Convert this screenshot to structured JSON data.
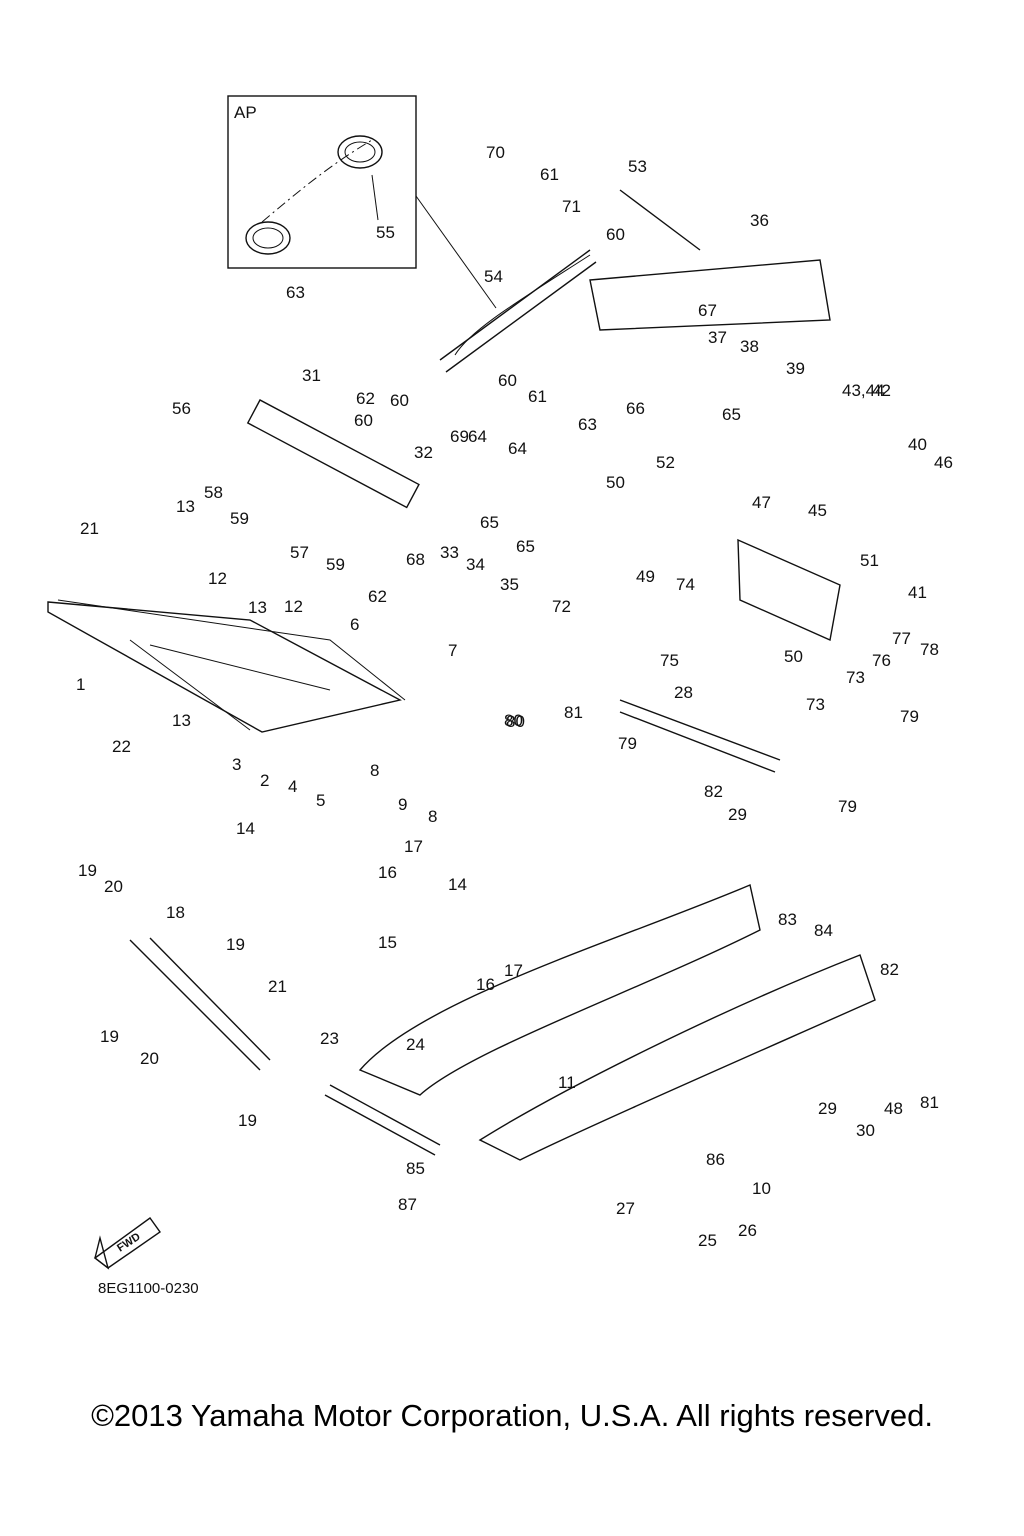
{
  "inset": {
    "label": "AP",
    "part": "55"
  },
  "part_numbers": [
    "1",
    "2",
    "3",
    "4",
    "5",
    "6",
    "7",
    "8",
    "9",
    "10",
    "11",
    "12",
    "13",
    "14",
    "15",
    "16",
    "17",
    "18",
    "19",
    "20",
    "21",
    "22",
    "23",
    "24",
    "25",
    "26",
    "27",
    "28",
    "29",
    "30",
    "31",
    "32",
    "33",
    "34",
    "35",
    "36",
    "37",
    "38",
    "39",
    "40",
    "41",
    "42",
    "43,44",
    "45",
    "46",
    "47",
    "48",
    "49",
    "50",
    "51",
    "52",
    "53",
    "54",
    "56",
    "57",
    "58",
    "59",
    "60",
    "61",
    "62",
    "63",
    "64",
    "65",
    "66",
    "67",
    "68",
    "69",
    "70",
    "71",
    "72",
    "73",
    "74",
    "75",
    "76",
    "77",
    "78",
    "79",
    "80",
    "81",
    "82",
    "83",
    "84",
    "85",
    "86",
    "87"
  ],
  "fwd_marker": "FWD",
  "diagram_code": "8EG1100-0230",
  "copyright": "©2013 Yamaha Motor Corporation, U.S.A. All rights reserved."
}
